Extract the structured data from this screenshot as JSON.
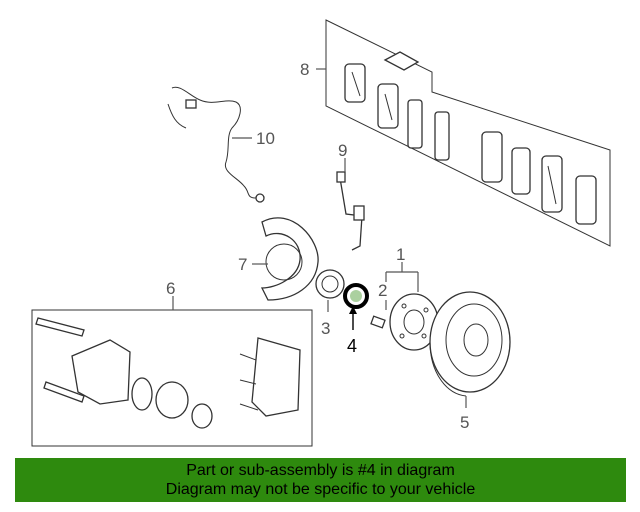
{
  "diagram": {
    "callouts": {
      "n1": "1",
      "n2": "2",
      "n3": "3",
      "n4": "4",
      "n5": "5",
      "n6": "6",
      "n7": "7",
      "n8": "8",
      "n9": "9",
      "n10": "10"
    },
    "highlight_color": "#2e8a0e"
  },
  "banner": {
    "line1": "Part or sub-assembly is #4 in diagram",
    "line2": "Diagram may not be specific to your vehicle",
    "background": "#2e8a0e"
  }
}
